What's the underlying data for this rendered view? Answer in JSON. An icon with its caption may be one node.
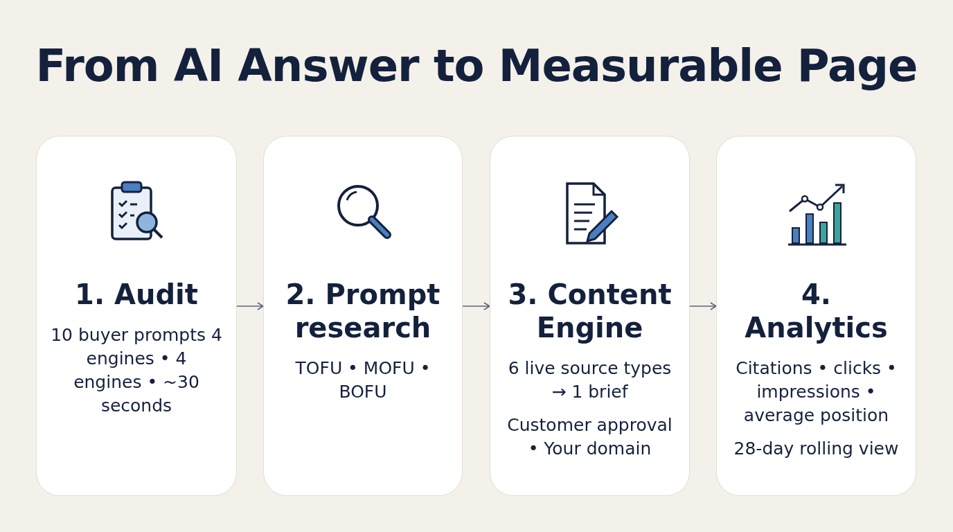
{
  "diagram": {
    "title": "From AI Answer to Measurable Page",
    "nodes": [
      {
        "text": [
          "1. Audit",
          "10 buyer prompts 4 engines • 4 engines • ~30 seconds"
        ]
      },
      {
        "text": [
          "2. Prompt research",
          "TOFU • MOFU • BOFU"
        ]
      },
      {
        "text": [
          "3. Content Engine",
          "6 live source types → 1 brief",
          "Customer approval • Your domain"
        ]
      },
      {
        "text": [
          "4. Analytics",
          "Citations • clicks • impressions • average position",
          "28-day rolling view"
        ]
      }
    ],
    "edges": [
      {
        "from": 0,
        "to": 1,
        "arrow": "to"
      },
      {
        "from": 1,
        "to": 2,
        "arrow": "to"
      },
      {
        "from": 2,
        "to": 3,
        "arrow": "to"
      }
    ]
  }
}
